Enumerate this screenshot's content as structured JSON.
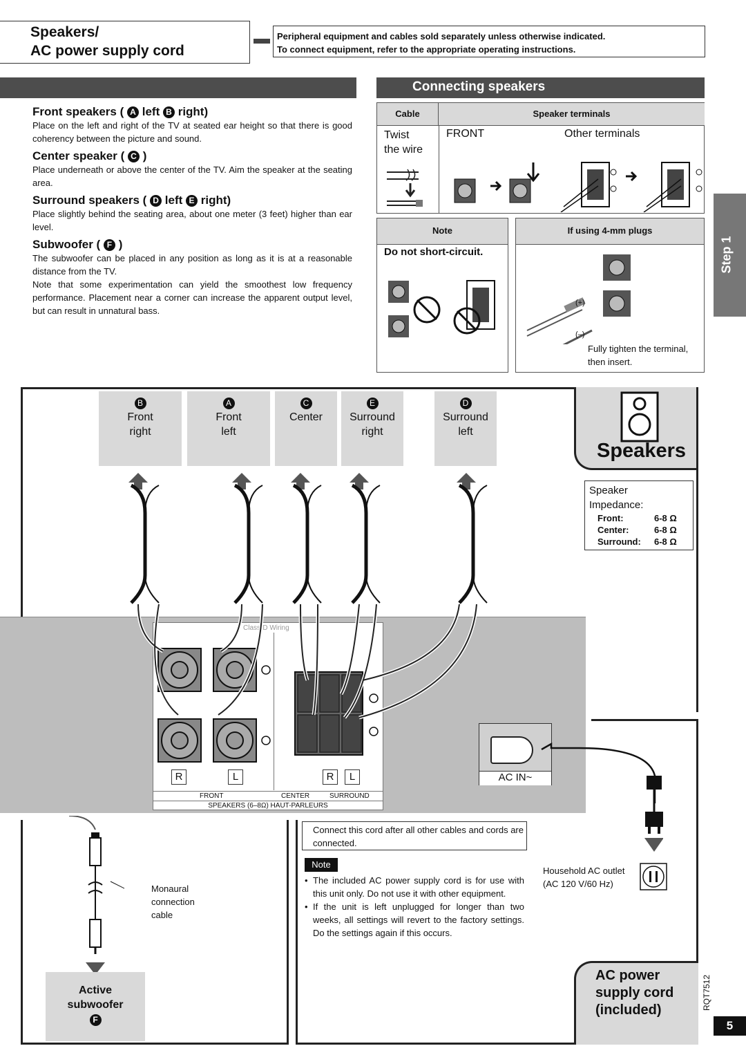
{
  "header": {
    "title_line1": "Speakers/",
    "title_line2": "AC power supply cord",
    "notice_line1": "Peripheral equipment and cables sold separately unless otherwise indicated.",
    "notice_line2": "To connect equipment, refer to the appropriate operating instructions."
  },
  "placement": {
    "front": {
      "title_a": "Front speakers (",
      "letter_a": "A",
      "mid": "left",
      "letter_b": "B",
      "end": "right)",
      "text": "Place on the left and right of the TV at seated ear height so that there is good coherency between the picture and sound."
    },
    "center": {
      "title": "Center speaker (",
      "letter": "C",
      "end": ")",
      "text": "Place underneath or above the center of the TV. Aim the speaker at the seating area."
    },
    "surround": {
      "title": "Surround speakers (",
      "letter_d": "D",
      "mid": "left",
      "letter_e": "E",
      "end": "right)",
      "text": "Place slightly behind the seating area, about one meter (3 feet) higher than ear level."
    },
    "subwoofer": {
      "title": "Subwoofer (",
      "letter": "F",
      "end": ")",
      "text1": "The subwoofer can be placed in any position as long as it is at a reasonable distance from the TV.",
      "text2": "Note that some experimentation can yield the smoothest low frequency performance. Placement near a corner can increase the apparent output level, but can result in unnatural bass."
    }
  },
  "connecting": {
    "heading": "Connecting speakers",
    "cable_header": "Cable",
    "terminals_header": "Speaker terminals",
    "twist_line1": "Twist",
    "twist_line2": "the wire",
    "front_label": "FRONT",
    "other_label": "Other terminals",
    "note_header": "Note",
    "note_text": "Do not short-circuit.",
    "plugs_header_a": "If using ",
    "plugs_header_b": "4-mm",
    "plugs_header_c": " plugs",
    "plus_label": "(+)",
    "minus_label": "(–)",
    "plug_caption_1": "Fully tighten the terminal,",
    "plug_caption_2": "then insert."
  },
  "step_tab": "Step 1",
  "speakers_diagram": {
    "boxes": [
      {
        "letter": "B",
        "line1": "Front",
        "line2": "right"
      },
      {
        "letter": "A",
        "line1": "Front",
        "line2": "left"
      },
      {
        "letter": "C",
        "line1": "Center",
        "line2": ""
      },
      {
        "letter": "E",
        "line1": "Surround",
        "line2": "right"
      },
      {
        "letter": "D",
        "line1": "Surround",
        "line2": "left"
      }
    ],
    "speakers_title": "Speakers",
    "impedance_title_1": "Speaker",
    "impedance_title_2": "Impedance:",
    "impedance": [
      {
        "label": "Front:",
        "value": "6-8 Ω"
      },
      {
        "label": "Center:",
        "value": "6-8 Ω"
      },
      {
        "label": "Surround:",
        "value": "6-8 Ω"
      }
    ],
    "panel_top_label": "Class-D Wiring",
    "r_label": "R",
    "l_label": "L",
    "front_panel": "FRONT",
    "center_panel": "CENTER",
    "surround_panel": "SURROUND",
    "speakers_panel": "SPEAKERS (6–8Ω) HAUT-PARLEURS",
    "ac_in": "AC IN~"
  },
  "bottom": {
    "monaural_1": "Monaural",
    "monaural_2": "connection",
    "monaural_3": "cable",
    "subwoofer_1": "Active",
    "subwoofer_2": "subwoofer",
    "subwoofer_letter": "F",
    "connect_note": "Connect this cord after all other cables and cords are connected.",
    "note_label": "Note",
    "bullet1": "The included AC power supply cord is for use with this unit only. Do not use it with other equipment.",
    "bullet2": "If the unit is left unplugged for longer than two weeks, all settings will revert to the factory settings. Do the settings again if this occurs.",
    "outlet_1": "Household AC outlet",
    "outlet_2": "(AC 120 V/60 Hz)",
    "ac_title_1": "AC power",
    "ac_title_2": "supply cord",
    "ac_title_3": "(included)"
  },
  "footer": {
    "model": "RQT7512",
    "page": "5"
  }
}
